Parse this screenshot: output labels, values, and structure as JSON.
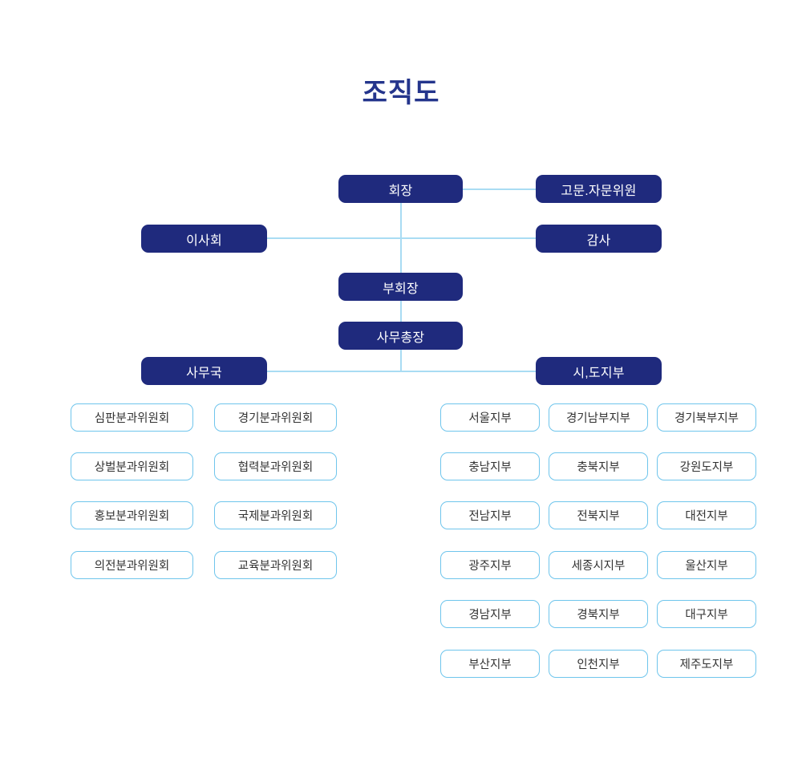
{
  "title": "조직도",
  "colors": {
    "node_fill": "#1f2a7d",
    "node_text": "#ffffff",
    "leaf_border": "#6fc5ec",
    "leaf_text": "#333333",
    "line": "#a9dcf3",
    "title": "#24358c"
  },
  "nodes": {
    "chairman": "회장",
    "advisors": "고문.자문위원",
    "board": "이사회",
    "auditor": "감사",
    "vice_chairman": "부회장",
    "secretary_general": "사무총장",
    "secretariat": "사무국",
    "regional_branches": "시,도지부"
  },
  "subcommittees": {
    "left_column": [
      "심판분과위원회",
      "상벌분과위원회",
      "홍보분과위원회",
      "의전분과위원회"
    ],
    "right_column": [
      "경기분과위원회",
      "협력분과위원회",
      "국제분과위원회",
      "교육분과위원회"
    ]
  },
  "branches": {
    "rows": [
      [
        "서울지부",
        "경기남부지부",
        "경기북부지부"
      ],
      [
        "충남지부",
        "충북지부",
        "강원도지부"
      ],
      [
        "전남지부",
        "전북지부",
        "대전지부"
      ],
      [
        "광주지부",
        "세종시지부",
        "울산지부"
      ],
      [
        "경남지부",
        "경북지부",
        "대구지부"
      ],
      [
        "부산지부",
        "인천지부",
        "제주도지부"
      ]
    ]
  }
}
